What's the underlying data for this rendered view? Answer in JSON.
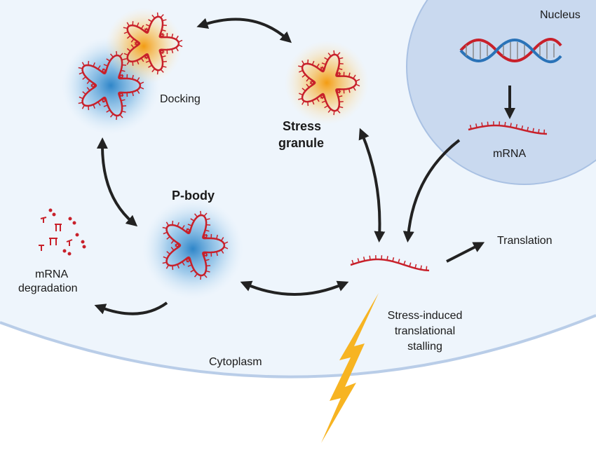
{
  "labels": {
    "nucleus": "Nucleus",
    "nuclear_mrna": "mRNA",
    "docking": "Docking",
    "stress_granule_line1": "Stress",
    "stress_granule_line2": "granule",
    "p_body": "P-body",
    "degradation_line1": "mRNA",
    "degradation_line2": "degradation",
    "translation": "Translation",
    "stalling_line1": "Stress-induced",
    "stalling_line2": "translational",
    "stalling_line3": "stalling",
    "cytoplasm": "Cytoplasm"
  },
  "colors": {
    "cytoplasm": "#eef5fc",
    "membrane": "#b9cde8",
    "nucleus": "#c9d9ef",
    "rna": "#c8202a",
    "p_body_glow": "#3a8fd0",
    "stress_granule_glow": "#f5a623",
    "lightning": "#f7b422",
    "arrow": "#222222"
  }
}
